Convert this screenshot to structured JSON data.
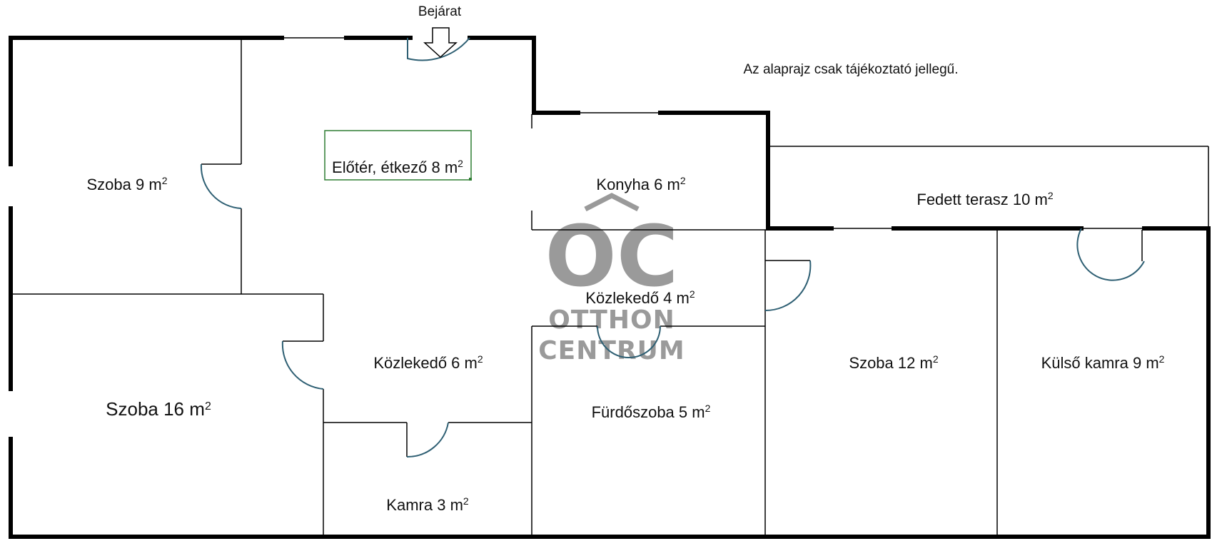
{
  "plan": {
    "entrance_label": "Bejárat",
    "disclaimer": "Az alaprajz csak tájékoztató jellegű.",
    "area_unit": "m",
    "area_exponent": "2",
    "rooms": [
      {
        "id": "szoba-9",
        "name": "Szoba 9",
        "area": 9
      },
      {
        "id": "eloter-etkezo",
        "name": "Előtér, étkező 8",
        "area": 8
      },
      {
        "id": "konyha",
        "name": "Konyha 6",
        "area": 6
      },
      {
        "id": "fedett-terasz",
        "name": "Fedett terasz 10",
        "area": 10
      },
      {
        "id": "kozlekedo-4",
        "name": "Közlekedő 4",
        "area": 4
      },
      {
        "id": "kozlekedo-6",
        "name": "Közlekedő 6",
        "area": 6
      },
      {
        "id": "szoba-16",
        "name": "Szoba 16",
        "area": 16
      },
      {
        "id": "szoba-12",
        "name": "Szoba 12",
        "area": 12
      },
      {
        "id": "kulso-kamra",
        "name": "Külső kamra 9",
        "area": 9
      },
      {
        "id": "furdoszoba",
        "name": "Fürdőszoba 5",
        "area": 5
      },
      {
        "id": "kamra",
        "name": "Kamra 3",
        "area": 3
      }
    ]
  },
  "watermark": {
    "initials": "OC",
    "line1": "OTTHON",
    "line2": "CENTRUM"
  },
  "colors": {
    "wall": "#000000",
    "door_arc": "#2e5f73",
    "highlight_box": "#2e7d32",
    "watermark": "#9a9a9a"
  }
}
